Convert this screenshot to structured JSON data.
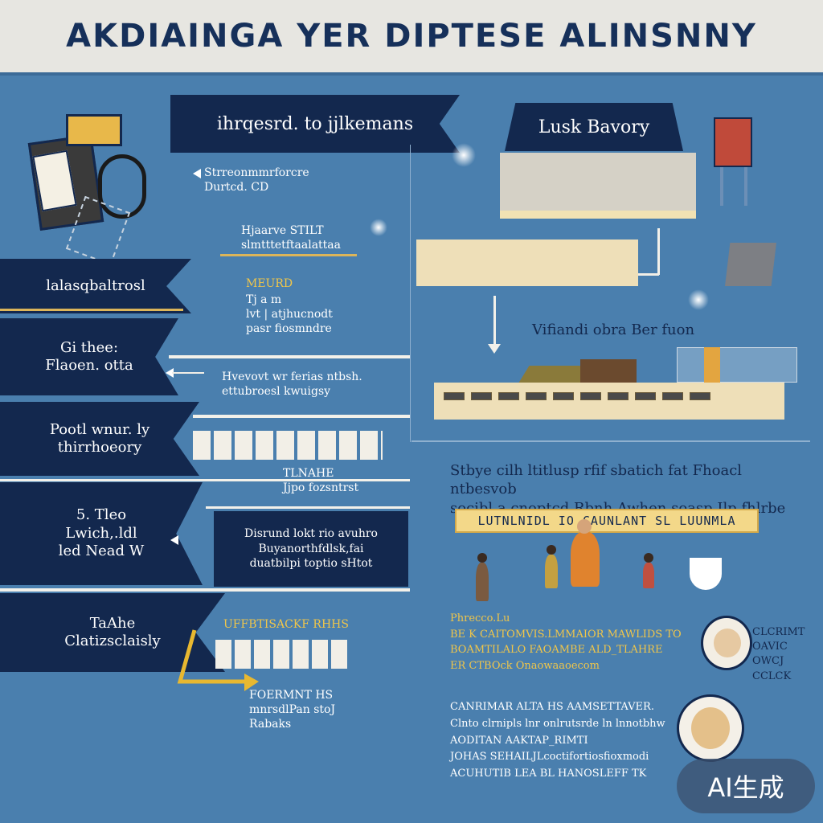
{
  "header": {
    "title": "AKDIAINGA YER DIPTESE ALINSNNY"
  },
  "left": {
    "ribbon_title": "ihrqesrd. to jjlkemans",
    "top_note": "Strreonmmrforcre\nDurtcd. CD",
    "note_2": "Hjaarve STILT\nslmtttetftaalattaa",
    "note_gold": "MEURD",
    "note_3": "Tj a m\nlvt | atjhucnodt\npasr fiosmndre",
    "note_4": "Hvevovt wr ferias ntbsh.\nettubroesl  kwuigsy",
    "note_5": "TLNAHE\nJjpo fozsntrst",
    "box_text": "Disrund lokt rio avuhro\nBuyanorthfdlsk,fai\nduatbilpi toptio sHtot",
    "banners": [
      {
        "label": "lalasqbaltrosl"
      },
      {
        "label": "Gi thee:\nFlaoen. otta"
      },
      {
        "label": "Pootl wnur. ly\nthirrhoeory"
      },
      {
        "label": "5. Tleo\nLwich,.ldl\nled Nead W"
      },
      {
        "label": "TaAhe\nClatizsclaisly"
      }
    ],
    "gold_caption": "UFFBTISACKF RHHS",
    "bottom_note": "FOERMNT HS\nmnrsdlPan stoJ\nRabaks"
  },
  "right": {
    "ribbon_title": "Lusk Bavory",
    "factory_label": "Vifiandi obra Ber fuon",
    "paragraph": "Stbye cilh ltitlusp rfif sbatich fat Fhoacl ntbesvob\nsocibl a cnoptcd Rbnh Awhen  soasp Ilp fhlrbe",
    "gold_bar": "LUTNLNIDL IO CAUNLANT SL LUUNMLA",
    "people_notes_left": "Phrecco.Lu\nBE K CAITOMVIS.LMMAIOR MAWLIDS TO\nBOAMTILALO FAOAMBE ALD_TLAHRE\nER CTBOck   Onaowaaoecom",
    "people_notes_right": "CLCRIMT\nOAVIC\nOWCJ\nCCLCK",
    "bottom_block": "CANRIMAR ALTA HS AAMSETTAVER.\nClnto clrnipls lnr onlrutsrde ln lnnotbhw\nAODITAN AAKTAP_RIMTI\nJOHAS  SEHAILJLcoctifortiosfioxmodi\nACUHUTIB LEA BL HANOSLEFF TK"
  },
  "badge": {
    "label": "AI生成"
  },
  "colors": {
    "navy": "#13284e",
    "background": "#4a7fae",
    "gold": "#f0c64a",
    "header_bg": "#e7e6e1"
  },
  "icons": [
    "machine-icon",
    "factory-icon",
    "robot-arm-icon",
    "person-icon",
    "disc-icon",
    "arrow-icon"
  ]
}
